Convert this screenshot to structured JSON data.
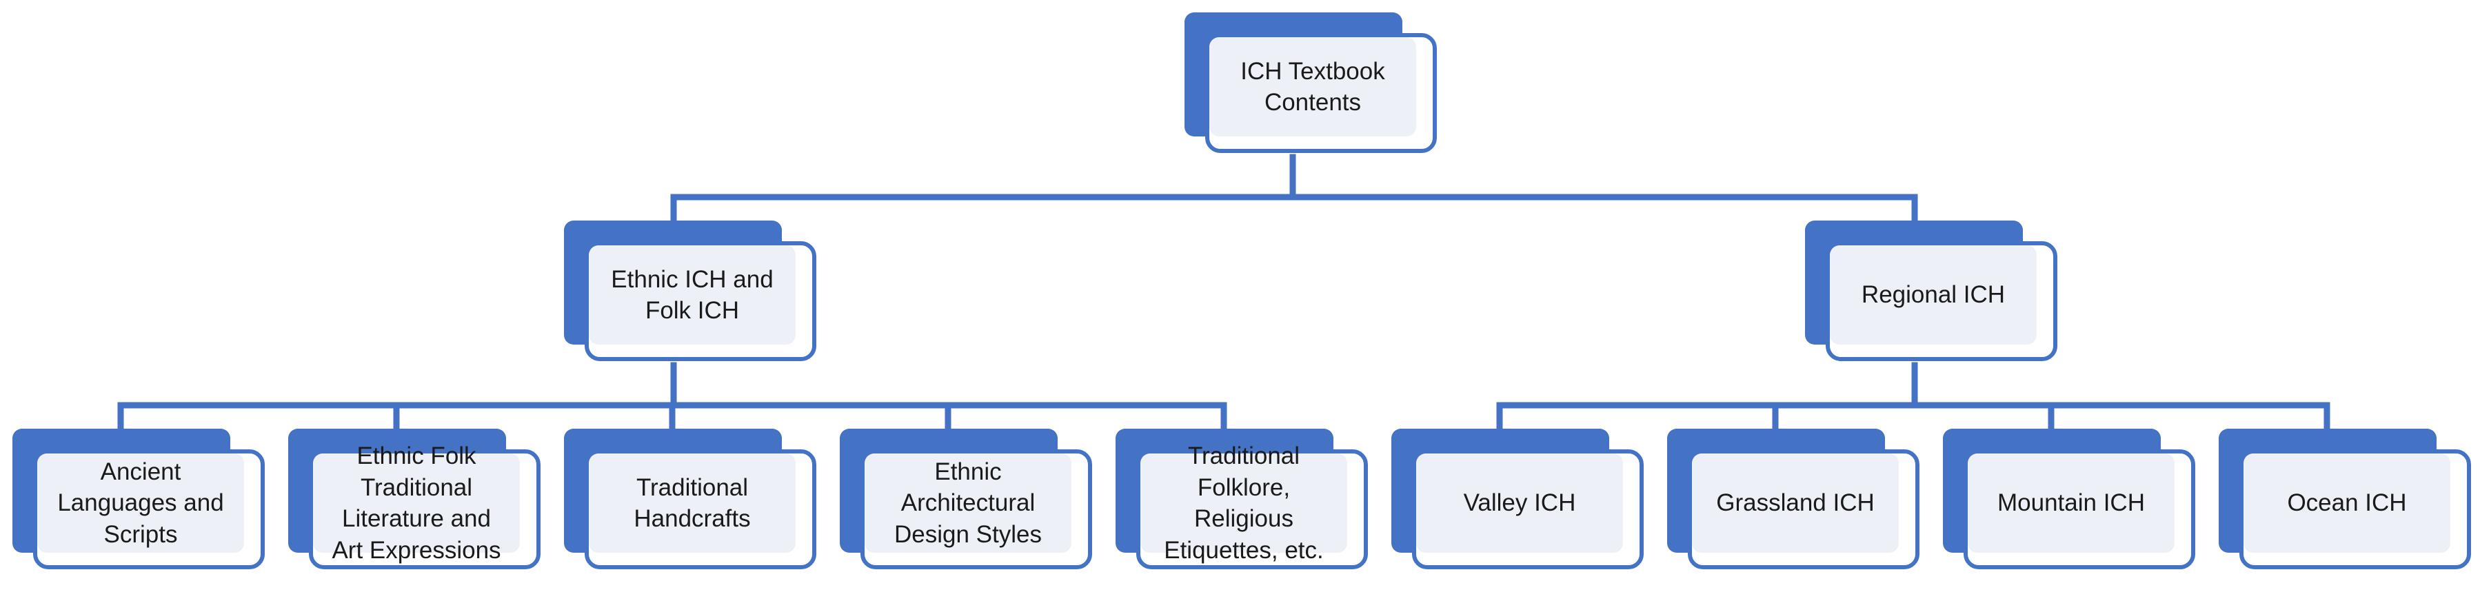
{
  "colors": {
    "accent": "#4472c4",
    "box_fill": "#edf1f7",
    "text": "#1a1a1a"
  },
  "diagram": {
    "root": {
      "label": "ICH Textbook\nContents"
    },
    "categories": [
      {
        "label": "Ethnic ICH and\nFolk ICH",
        "children": [
          "Ancient\nLanguages and\nScripts",
          "Ethnic  Folk\nTraditional\nLiterature and\nArt Expressions",
          "Traditional\nHandcrafts",
          "Ethnic\nArchitectural\nDesign Styles",
          "Traditional\nFolklore,\nReligious\nEtiquettes, etc."
        ]
      },
      {
        "label": "Regional ICH",
        "children": [
          "Valley ICH",
          "Grassland ICH",
          "Mountain ICH",
          "Ocean ICH"
        ]
      }
    ]
  }
}
